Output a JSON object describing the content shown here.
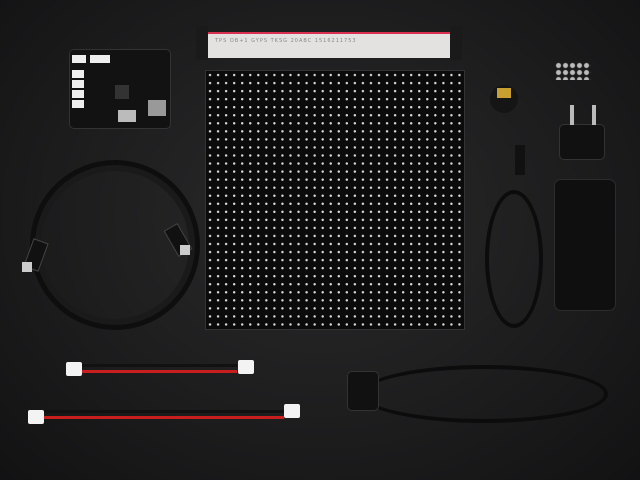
{
  "scene": {
    "description": "RGB LED matrix panel kit laid out on dark background",
    "items": [
      "IDC ribbon cable",
      "controller board",
      "32x32 RGB LED matrix panel",
      "USB cable",
      "Bluetooth USB dongle",
      "screws",
      "EU plug adapter",
      "power supply",
      "JST power wires",
      "AC power cord"
    ],
    "ribbon_text": "TPS  OB+1  GYPS  TKSG  20ABC  1516211753"
  }
}
